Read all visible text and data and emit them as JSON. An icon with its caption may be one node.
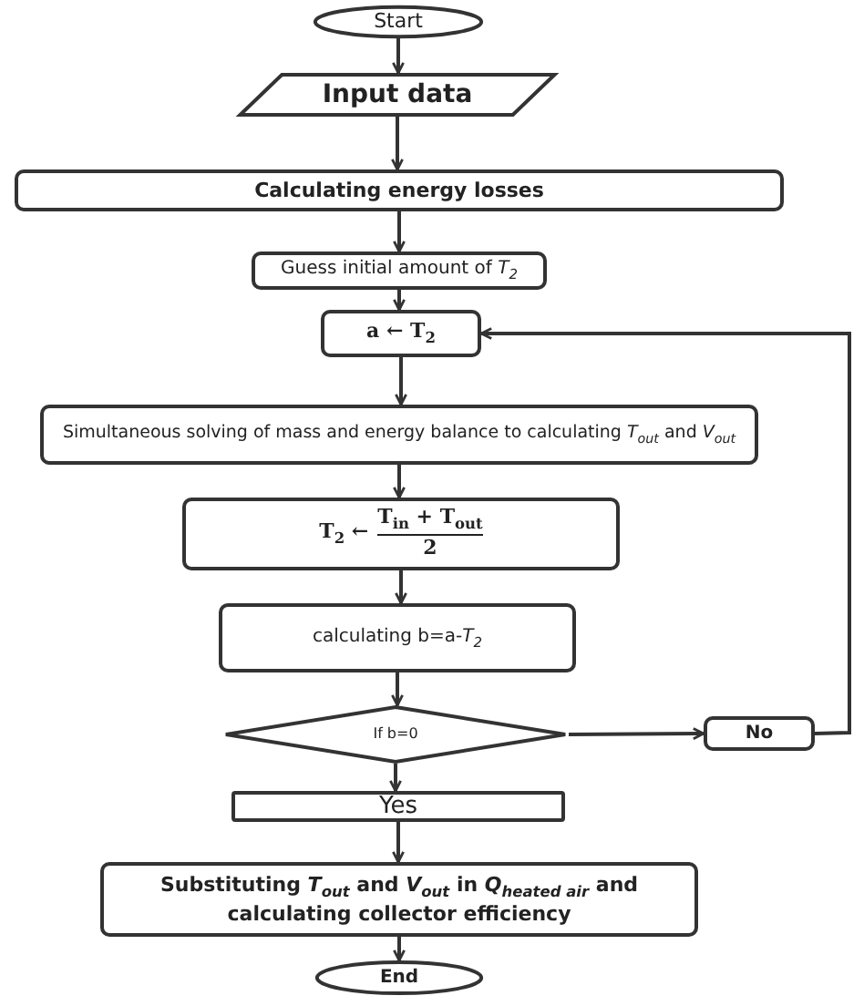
{
  "diagram": {
    "nodes": [
      {
        "text": [
          "Start"
        ]
      },
      {
        "text": [
          "Input data"
        ]
      },
      {
        "text": [
          "Calculating energy losses"
        ]
      },
      {
        "text": [
          "Guess initial amount of *T*$_{2}$"
        ]
      },
      {
        "text": [
          "a ← T$_{2}$"
        ]
      },
      {
        "text": [
          "Simultaneous solving of mass and energy balance to calculating *T*$_{out}$ and *V*$_{out}$"
        ]
      },
      {
        "text": [
          "T$_{2}$ ←",
          "T$_{in}$ + T$_{out}$",
          "2"
        ]
      },
      {
        "text": [
          "calculating b=a-*T*$_{2}$"
        ]
      },
      {
        "text": [
          "If b=0"
        ]
      },
      {
        "text": [
          "No"
        ]
      },
      {
        "text": [
          "Yes"
        ]
      },
      {
        "text": [
          "Substituting *T*$_{out}$ and *V*$_{out}$ in *Q*$_{heated air}$ and calculating collector efficiency"
        ]
      },
      {
        "text": [
          "End"
        ]
      }
    ],
    "edges": [
      {
        "from": 0,
        "to": 1,
        "arrow": "to"
      },
      {
        "from": 1,
        "to": 2,
        "arrow": "to"
      },
      {
        "from": 2,
        "to": 3,
        "arrow": "to"
      },
      {
        "from": 3,
        "to": 4,
        "arrow": "to"
      },
      {
        "from": 4,
        "to": 5,
        "arrow": "to"
      },
      {
        "from": 5,
        "to": 6,
        "arrow": "to"
      },
      {
        "from": 6,
        "to": 7,
        "arrow": "to"
      },
      {
        "from": 7,
        "to": 8,
        "arrow": "to"
      },
      {
        "from": 8,
        "to": 9,
        "arrow": "to"
      },
      {
        "from": 8,
        "to": 10,
        "arrow": "to"
      },
      {
        "from": 10,
        "to": 11,
        "arrow": "to"
      },
      {
        "from": 11,
        "to": 12,
        "arrow": "to"
      },
      {
        "from": 9,
        "to": 4,
        "arrow": "to"
      }
    ]
  }
}
